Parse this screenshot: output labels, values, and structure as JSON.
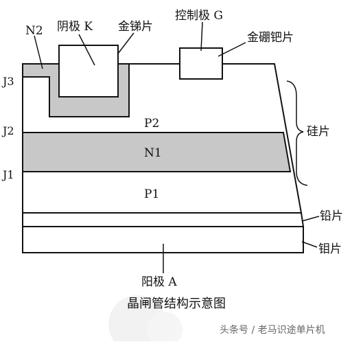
{
  "labels": {
    "n2": "N2",
    "cathode": "阴极 K",
    "gold_antimony": "金锑片",
    "gate": "控制极 G",
    "gold_boron_palladium": "金硼钯片",
    "j3": "J3",
    "j2": "J2",
    "j1": "J1",
    "p2": "P2",
    "n1": "N1",
    "p1": "P1",
    "silicon": "硅片",
    "lead": "铅片",
    "molybdenum": "钼片",
    "anode": "阳极 A"
  },
  "caption": "晶闸管结构示意图",
  "watermark": "头条号 / 老马识途单片机",
  "colors": {
    "line": "#111111",
    "doped_fill": "#c8c8c8",
    "background": "#ffffff"
  }
}
